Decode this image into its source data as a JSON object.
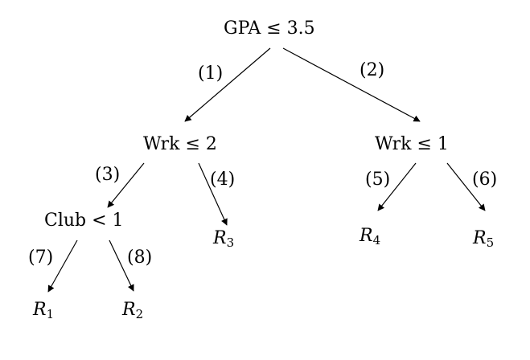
{
  "nodes": {
    "root": {
      "label": "GPA ≤ 3.5"
    },
    "wrk_left": {
      "label": "Wrk ≤ 2"
    },
    "wrk_right": {
      "label": "Wrk ≤ 1"
    },
    "club": {
      "label": "Club < 1"
    },
    "leaves": [
      {
        "symbol": "R",
        "subscript": "1"
      },
      {
        "symbol": "R",
        "subscript": "2"
      },
      {
        "symbol": "R",
        "subscript": "3"
      },
      {
        "symbol": "R",
        "subscript": "4"
      },
      {
        "symbol": "R",
        "subscript": "5"
      }
    ]
  },
  "edges": [
    {
      "label": "(1)",
      "from": "GPA ≤ 3.5",
      "to": "Wrk ≤ 2"
    },
    {
      "label": "(2)",
      "from": "GPA ≤ 3.5",
      "to": "Wrk ≤ 1"
    },
    {
      "label": "(3)",
      "from": "Wrk ≤ 2",
      "to": "Club < 1"
    },
    {
      "label": "(4)",
      "from": "Wrk ≤ 2",
      "to": "R3"
    },
    {
      "label": "(5)",
      "from": "Wrk ≤ 1",
      "to": "R4"
    },
    {
      "label": "(6)",
      "from": "Wrk ≤ 1",
      "to": "R5"
    },
    {
      "label": "(7)",
      "from": "Club < 1",
      "to": "R1"
    },
    {
      "label": "(8)",
      "from": "Club < 1",
      "to": "R2"
    }
  ]
}
